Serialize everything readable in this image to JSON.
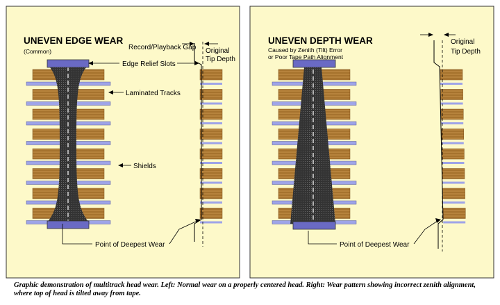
{
  "left": {
    "title": "UNEVEN EDGE WEAR",
    "subtitle": "(Common)",
    "label_gap": "Record/Playback Gap",
    "label_tip_1": "Original",
    "label_tip_2": "Tip Depth",
    "label_slots": "Edge Relief Slots",
    "label_tracks": "Laminated Tracks",
    "label_shields": "Shields",
    "label_deepest": "Point of Deepest Wear"
  },
  "right": {
    "title": "UNEVEN DEPTH WEAR",
    "subtitle_1": "Caused by Zenith (Tilt) Error",
    "subtitle_2": "or Poor Tape Path Alignment",
    "label_tip_1": "Original",
    "label_tip_2": "Tip Depth",
    "label_deepest": "Point of Deepest Wear"
  },
  "caption": "Graphic demonstration of multitrack head wear. Left: Normal wear on a properly centered head. Right: Wear pattern showing incorrect zenith alignment, where top of head is tilted away from tape.",
  "colors": {
    "panel_bg": "#fdf9c9",
    "track_brown": "#a8742e",
    "shield_blue": "#9ea4e8",
    "cap_purple": "#6a6ac4",
    "tape_dark": "#2a2a2a"
  }
}
